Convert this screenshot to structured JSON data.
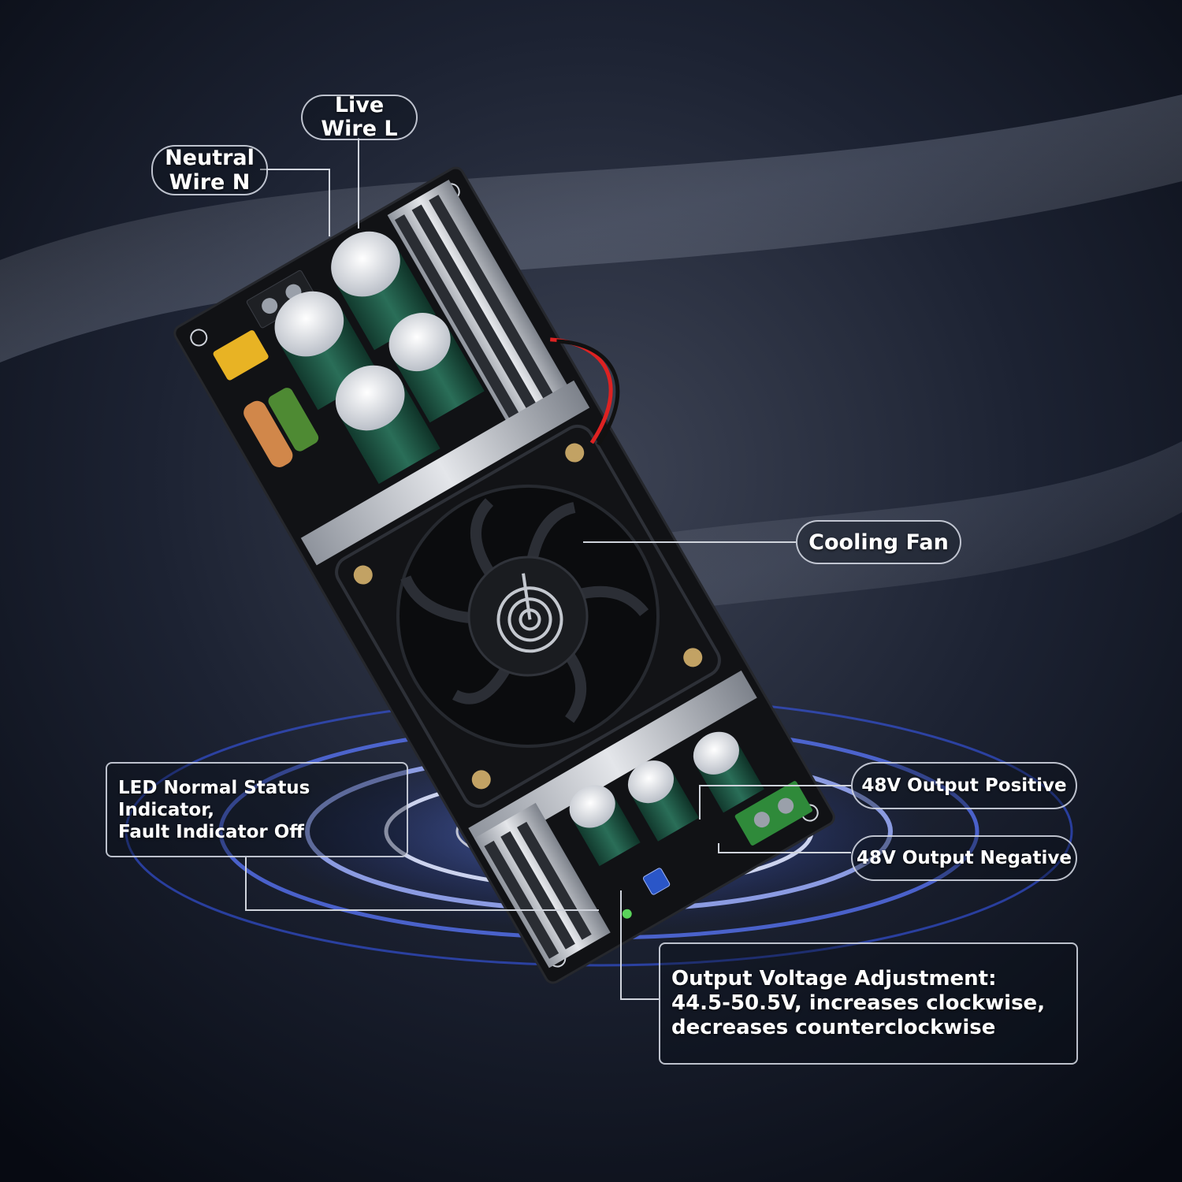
{
  "labels": {
    "neutral_wire": "Neutral\nWire N",
    "live_wire": "Live\nWire L",
    "cooling_fan": "Cooling Fan",
    "led_indicator": "LED Normal Status Indicator,\nFault Indicator Off",
    "output_positive": "48V Output Positive",
    "output_negative": "48V Output Negative",
    "voltage_adjustment": "Output Voltage Adjustment:\n44.5-50.5V, increases clockwise,\ndecreases counterclockwise"
  },
  "colors": {
    "background": "#0d1220",
    "glow": "#3a5cff",
    "pcb": "#111215",
    "heatsink": "#c9ccd2",
    "capacitor": "#1f5a48",
    "capacitor_top": "#e6e9ee",
    "yellow_cap": "#e8b324",
    "terminal_green": "#2f8a3a",
    "callout_line": "#d0d4dc"
  }
}
